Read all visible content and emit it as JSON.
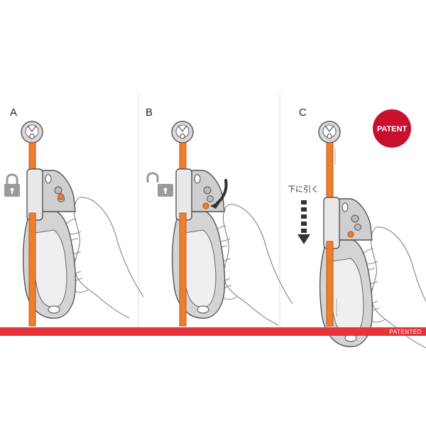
{
  "panels": [
    {
      "label": "A",
      "lock_state": "locked"
    },
    {
      "label": "B",
      "lock_state": "unlocked"
    },
    {
      "label": "C",
      "instruction": "下に引く"
    }
  ],
  "badge": {
    "text": "PATENT"
  },
  "footer": {
    "text": "PATENTED"
  },
  "colors": {
    "rope": "#ef7d2c",
    "rope_edge": "#b85a1a",
    "badge": "#c8102e",
    "footer_bar": "#e8333b",
    "outline": "#555555",
    "device_fill": "#e6e6e6",
    "lock": "#9a9a9a"
  },
  "icons": [
    "anchor-ring-icon",
    "padlock-locked-icon",
    "padlock-unlocked-icon",
    "rotate-arrow-icon",
    "down-arrow-icon"
  ]
}
